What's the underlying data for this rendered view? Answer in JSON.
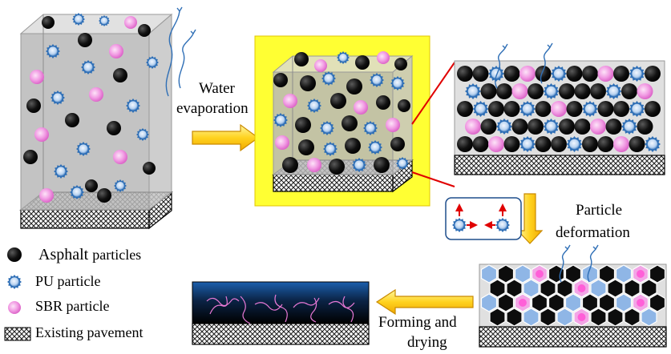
{
  "steps": {
    "step1_line1": "Water",
    "step1_line2": "evaporation",
    "step2_line1": "Particle",
    "step2_line2": "deformation",
    "step3_line1": "Forming and",
    "step3_line2": "drying"
  },
  "legend": {
    "asphalt_main": "Asphalt",
    "asphalt_suffix": "particles",
    "pu": "PU particle",
    "sbr": "SBR particle",
    "pavement": "Existing pavement"
  },
  "colors": {
    "asphalt": "#111111",
    "pu": "#2f6fb6",
    "pu_fill": "#9fc3ea",
    "sbr": "#e879d6",
    "sbr_fill": "#f7c6ee",
    "arrow": "#ffd21f",
    "highlight": "#ffff33",
    "cross_section_line": "#e00000",
    "film_top": "#1b5fae"
  }
}
